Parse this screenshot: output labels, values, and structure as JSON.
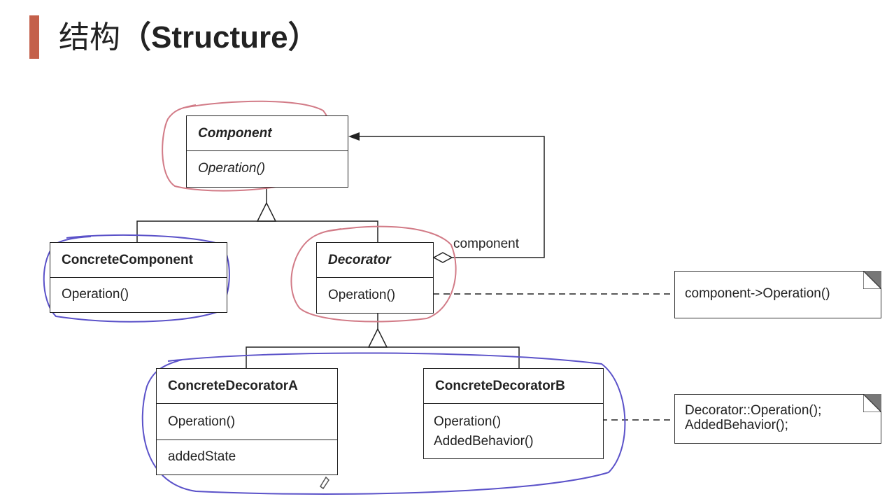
{
  "title": {
    "cn": "结构",
    "en": "（Structure）"
  },
  "classes": {
    "component": {
      "name": "Component",
      "ops": [
        "Operation()"
      ]
    },
    "concrete_component": {
      "name": "ConcreteComponent",
      "ops": [
        "Operation()"
      ]
    },
    "decorator": {
      "name": "Decorator",
      "ops": [
        "Operation()"
      ]
    },
    "concrete_decorator_a": {
      "name": "ConcreteDecoratorA",
      "ops": [
        "Operation()"
      ],
      "state": "addedState"
    },
    "concrete_decorator_b": {
      "name": "ConcreteDecoratorB",
      "ops": [
        "Operation()",
        "AddedBehavior()"
      ]
    }
  },
  "association_label": "component",
  "notes": {
    "decorator_note": "component->Operation()",
    "decorator_b_note_line1": "Decorator::Operation();",
    "decorator_b_note_line2": "AddedBehavior();"
  },
  "colors": {
    "accent_bar": "#c4604a",
    "red_annotation": "#d27b87",
    "blue_annotation": "#5b52c9"
  }
}
